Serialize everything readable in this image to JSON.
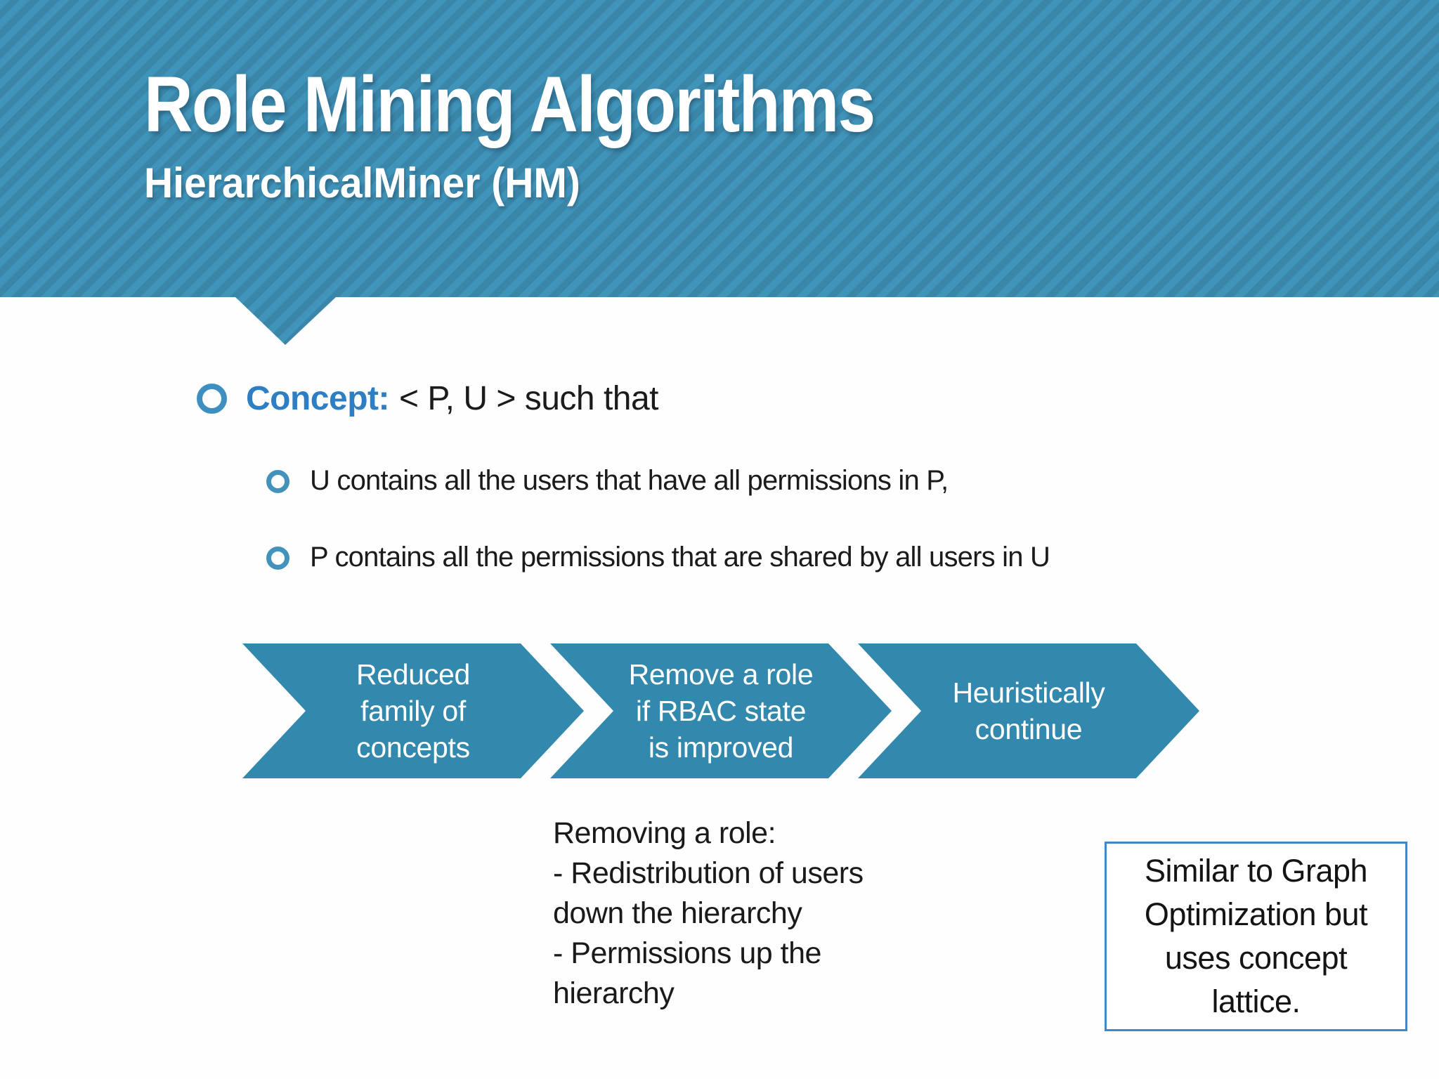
{
  "slide": {
    "title": "Role Mining Algorithms",
    "subtitle": "HierarchicalMiner (HM)"
  },
  "colors": {
    "banner_stripe_light": "#4093b9",
    "banner_stripe_dark": "#3a86a9",
    "chevron_fill": "#3389ad",
    "concept_lead_blue": "#2e7ec4",
    "bullet_ring_main": "#3e8fc0",
    "bullet_ring_sub": "#4292bb",
    "side_box_border": "#3f87c5",
    "title_text": "#ffffff",
    "body_text": "#1a1a1a"
  },
  "bullets": {
    "main": {
      "lead": "Concept:",
      "rest": "< P, U > such that"
    },
    "sub": [
      "U contains all the users that have all permissions in P,",
      "P contains all the permissions that are shared by all users in U"
    ]
  },
  "process": {
    "steps": [
      "Reduced\nfamily of\nconcepts",
      "Remove a role\nif RBAC state\nis improved",
      "Heuristically\ncontinue"
    ]
  },
  "removing_note": {
    "lines": [
      "Removing a role:",
      "- Redistribution of users",
      "down the hierarchy",
      "- Permissions up the",
      "hierarchy"
    ]
  },
  "side_box": {
    "lines": [
      "Similar to Graph",
      "Optimization but",
      "uses concept",
      "lattice."
    ]
  }
}
